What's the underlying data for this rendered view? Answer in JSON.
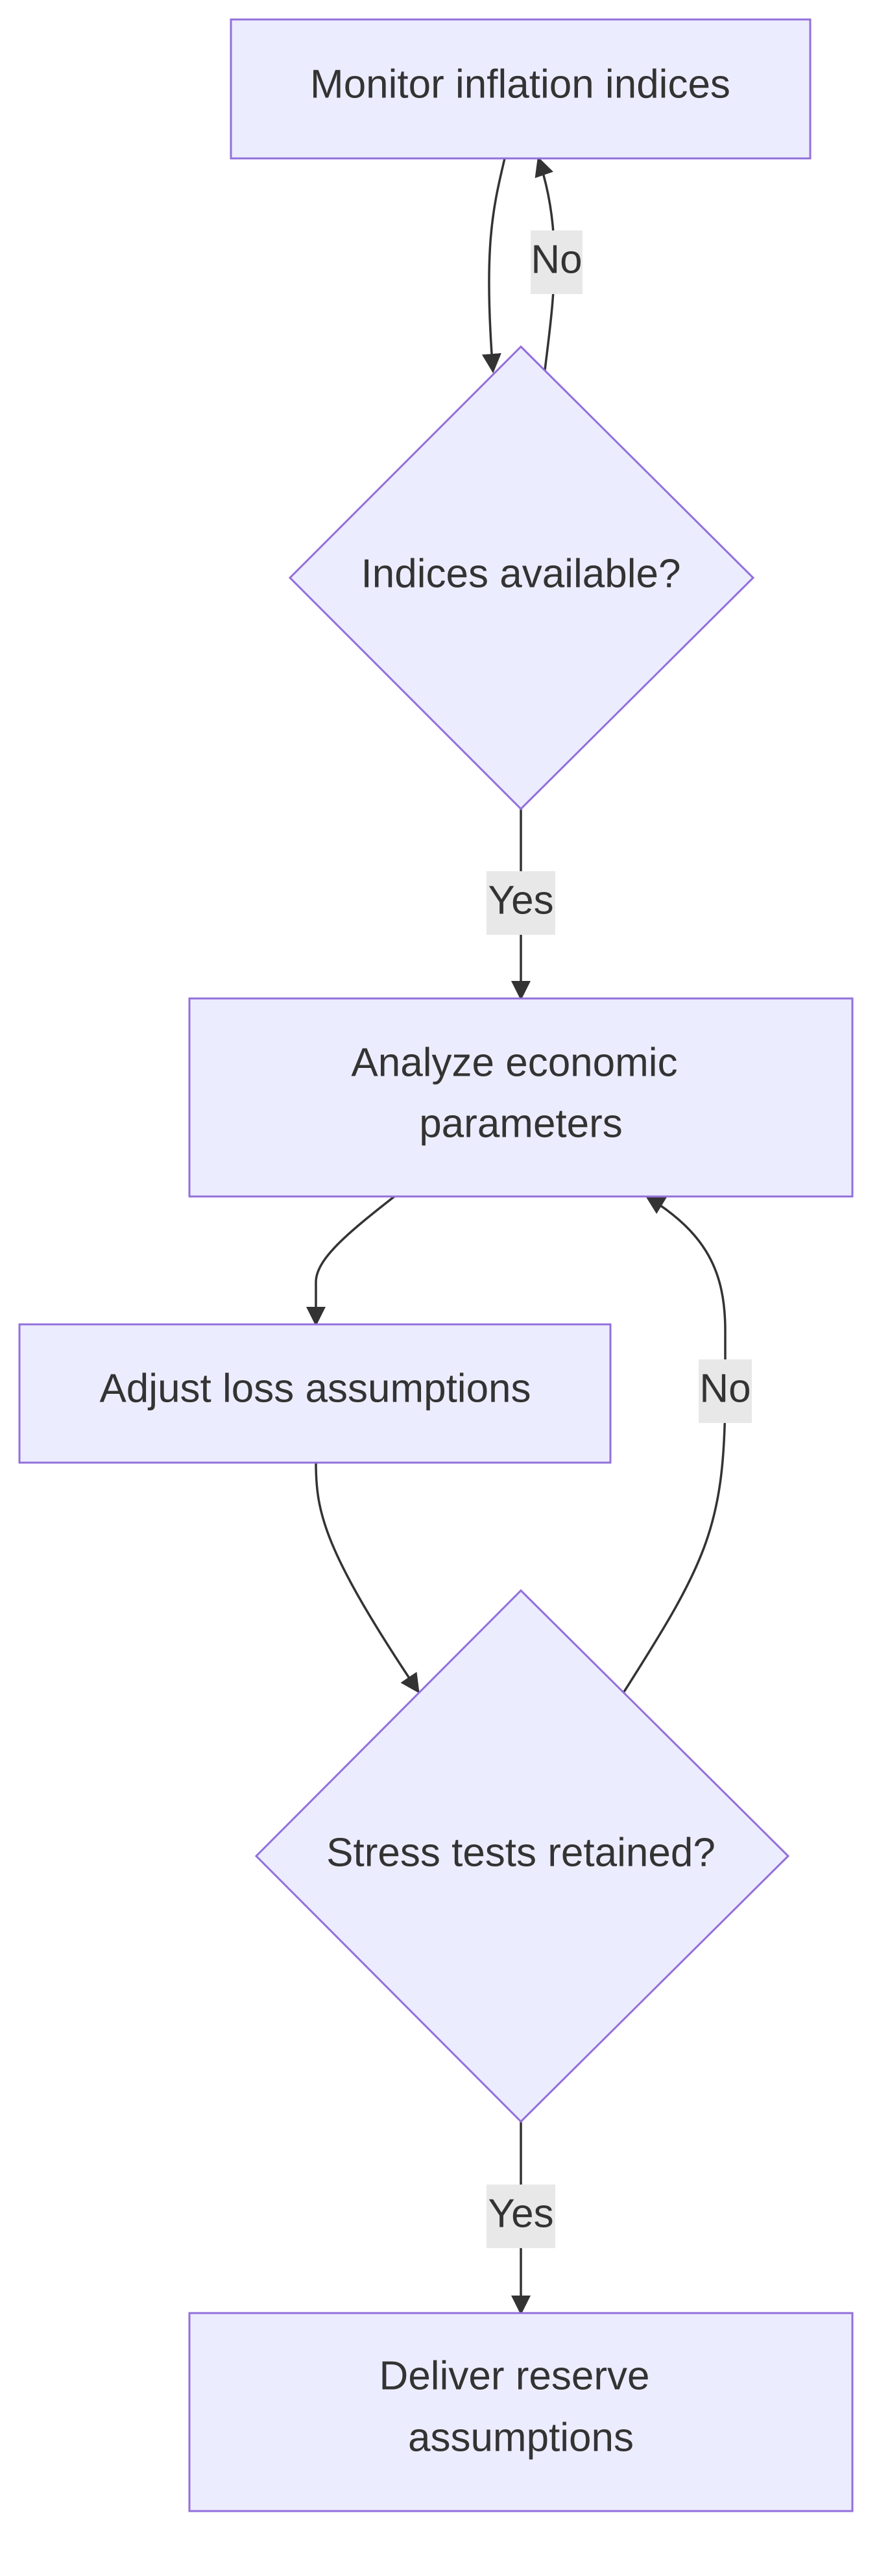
{
  "colors": {
    "node_fill": "#ECECFF",
    "node_stroke": "#9370DB",
    "edge": "#333333",
    "label_bg": "#E8E8E8",
    "text": "#333333"
  },
  "nodes": {
    "monitor": {
      "shape": "rectangle",
      "lines": [
        "Monitor inflation indices"
      ]
    },
    "indices_check": {
      "shape": "diamond",
      "lines": [
        "Indices available?"
      ]
    },
    "analyze": {
      "shape": "rectangle",
      "lines": [
        "Analyze economic",
        "parameters"
      ]
    },
    "adjust": {
      "shape": "rectangle",
      "lines": [
        "Adjust loss assumptions"
      ]
    },
    "stress_check": {
      "shape": "diamond",
      "lines": [
        "Stress tests retained?"
      ]
    },
    "deliver": {
      "shape": "rectangle",
      "lines": [
        "Deliver reserve",
        "assumptions"
      ]
    }
  },
  "edges": {
    "monitor_to_indices": {
      "from": "monitor",
      "to": "indices_check",
      "label": ""
    },
    "indices_no": {
      "from": "indices_check",
      "to": "monitor",
      "label": "No"
    },
    "indices_yes": {
      "from": "indices_check",
      "to": "analyze",
      "label": "Yes"
    },
    "analyze_to_adjust": {
      "from": "analyze",
      "to": "adjust",
      "label": ""
    },
    "adjust_to_stress": {
      "from": "adjust",
      "to": "stress_check",
      "label": ""
    },
    "stress_no": {
      "from": "stress_check",
      "to": "analyze",
      "label": "No"
    },
    "stress_yes": {
      "from": "stress_check",
      "to": "deliver",
      "label": "Yes"
    }
  }
}
